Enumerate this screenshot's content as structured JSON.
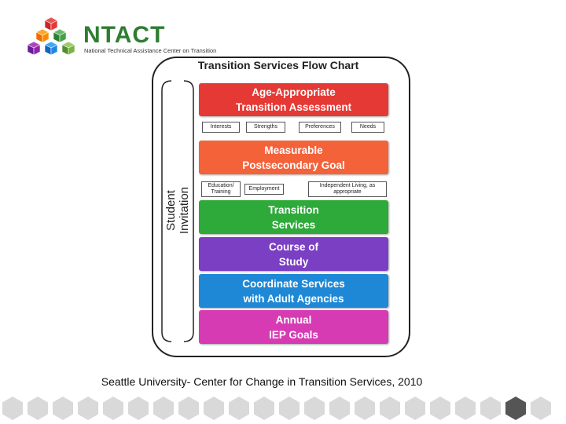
{
  "logo": {
    "title": "NTACT",
    "subtitle": "National Technical Assistance Center on Transition",
    "colors": [
      "#e53935",
      "#fb8c00",
      "#43a047",
      "#8e24aa",
      "#1e88e5",
      "#7cb342"
    ]
  },
  "flowchart": {
    "title": "Transition Services Flow Chart",
    "side_label": [
      "Student",
      "Invitation"
    ],
    "boxes": [
      {
        "lines": [
          "Age-Appropriate",
          "Transition Assessment"
        ],
        "color": "#e53935"
      },
      {
        "lines": [
          "Measurable",
          "Postsecondary Goal"
        ],
        "color": "#f4623a"
      },
      {
        "lines": [
          "Transition",
          "Services"
        ],
        "color": "#2eaa3a"
      },
      {
        "lines": [
          "Course of",
          "Study"
        ],
        "color": "#7b3fc4"
      },
      {
        "lines": [
          "Coordinate Services",
          "with Adult Agencies"
        ],
        "color": "#1e88d6"
      },
      {
        "lines": [
          "Annual",
          "IEP Goals"
        ],
        "color": "#d63bb4"
      }
    ],
    "assessment_items": [
      "Interests",
      "Strengths",
      "Preferences",
      "Needs"
    ],
    "goal_items": [
      "Education/ Training",
      "Employment",
      "Independent Living, as appropriate"
    ]
  },
  "caption": "Seattle University- Center for Change in Transition Services, 2010",
  "footer": {
    "pattern_color": "#d9d9d9",
    "accent_color": "#555555"
  }
}
